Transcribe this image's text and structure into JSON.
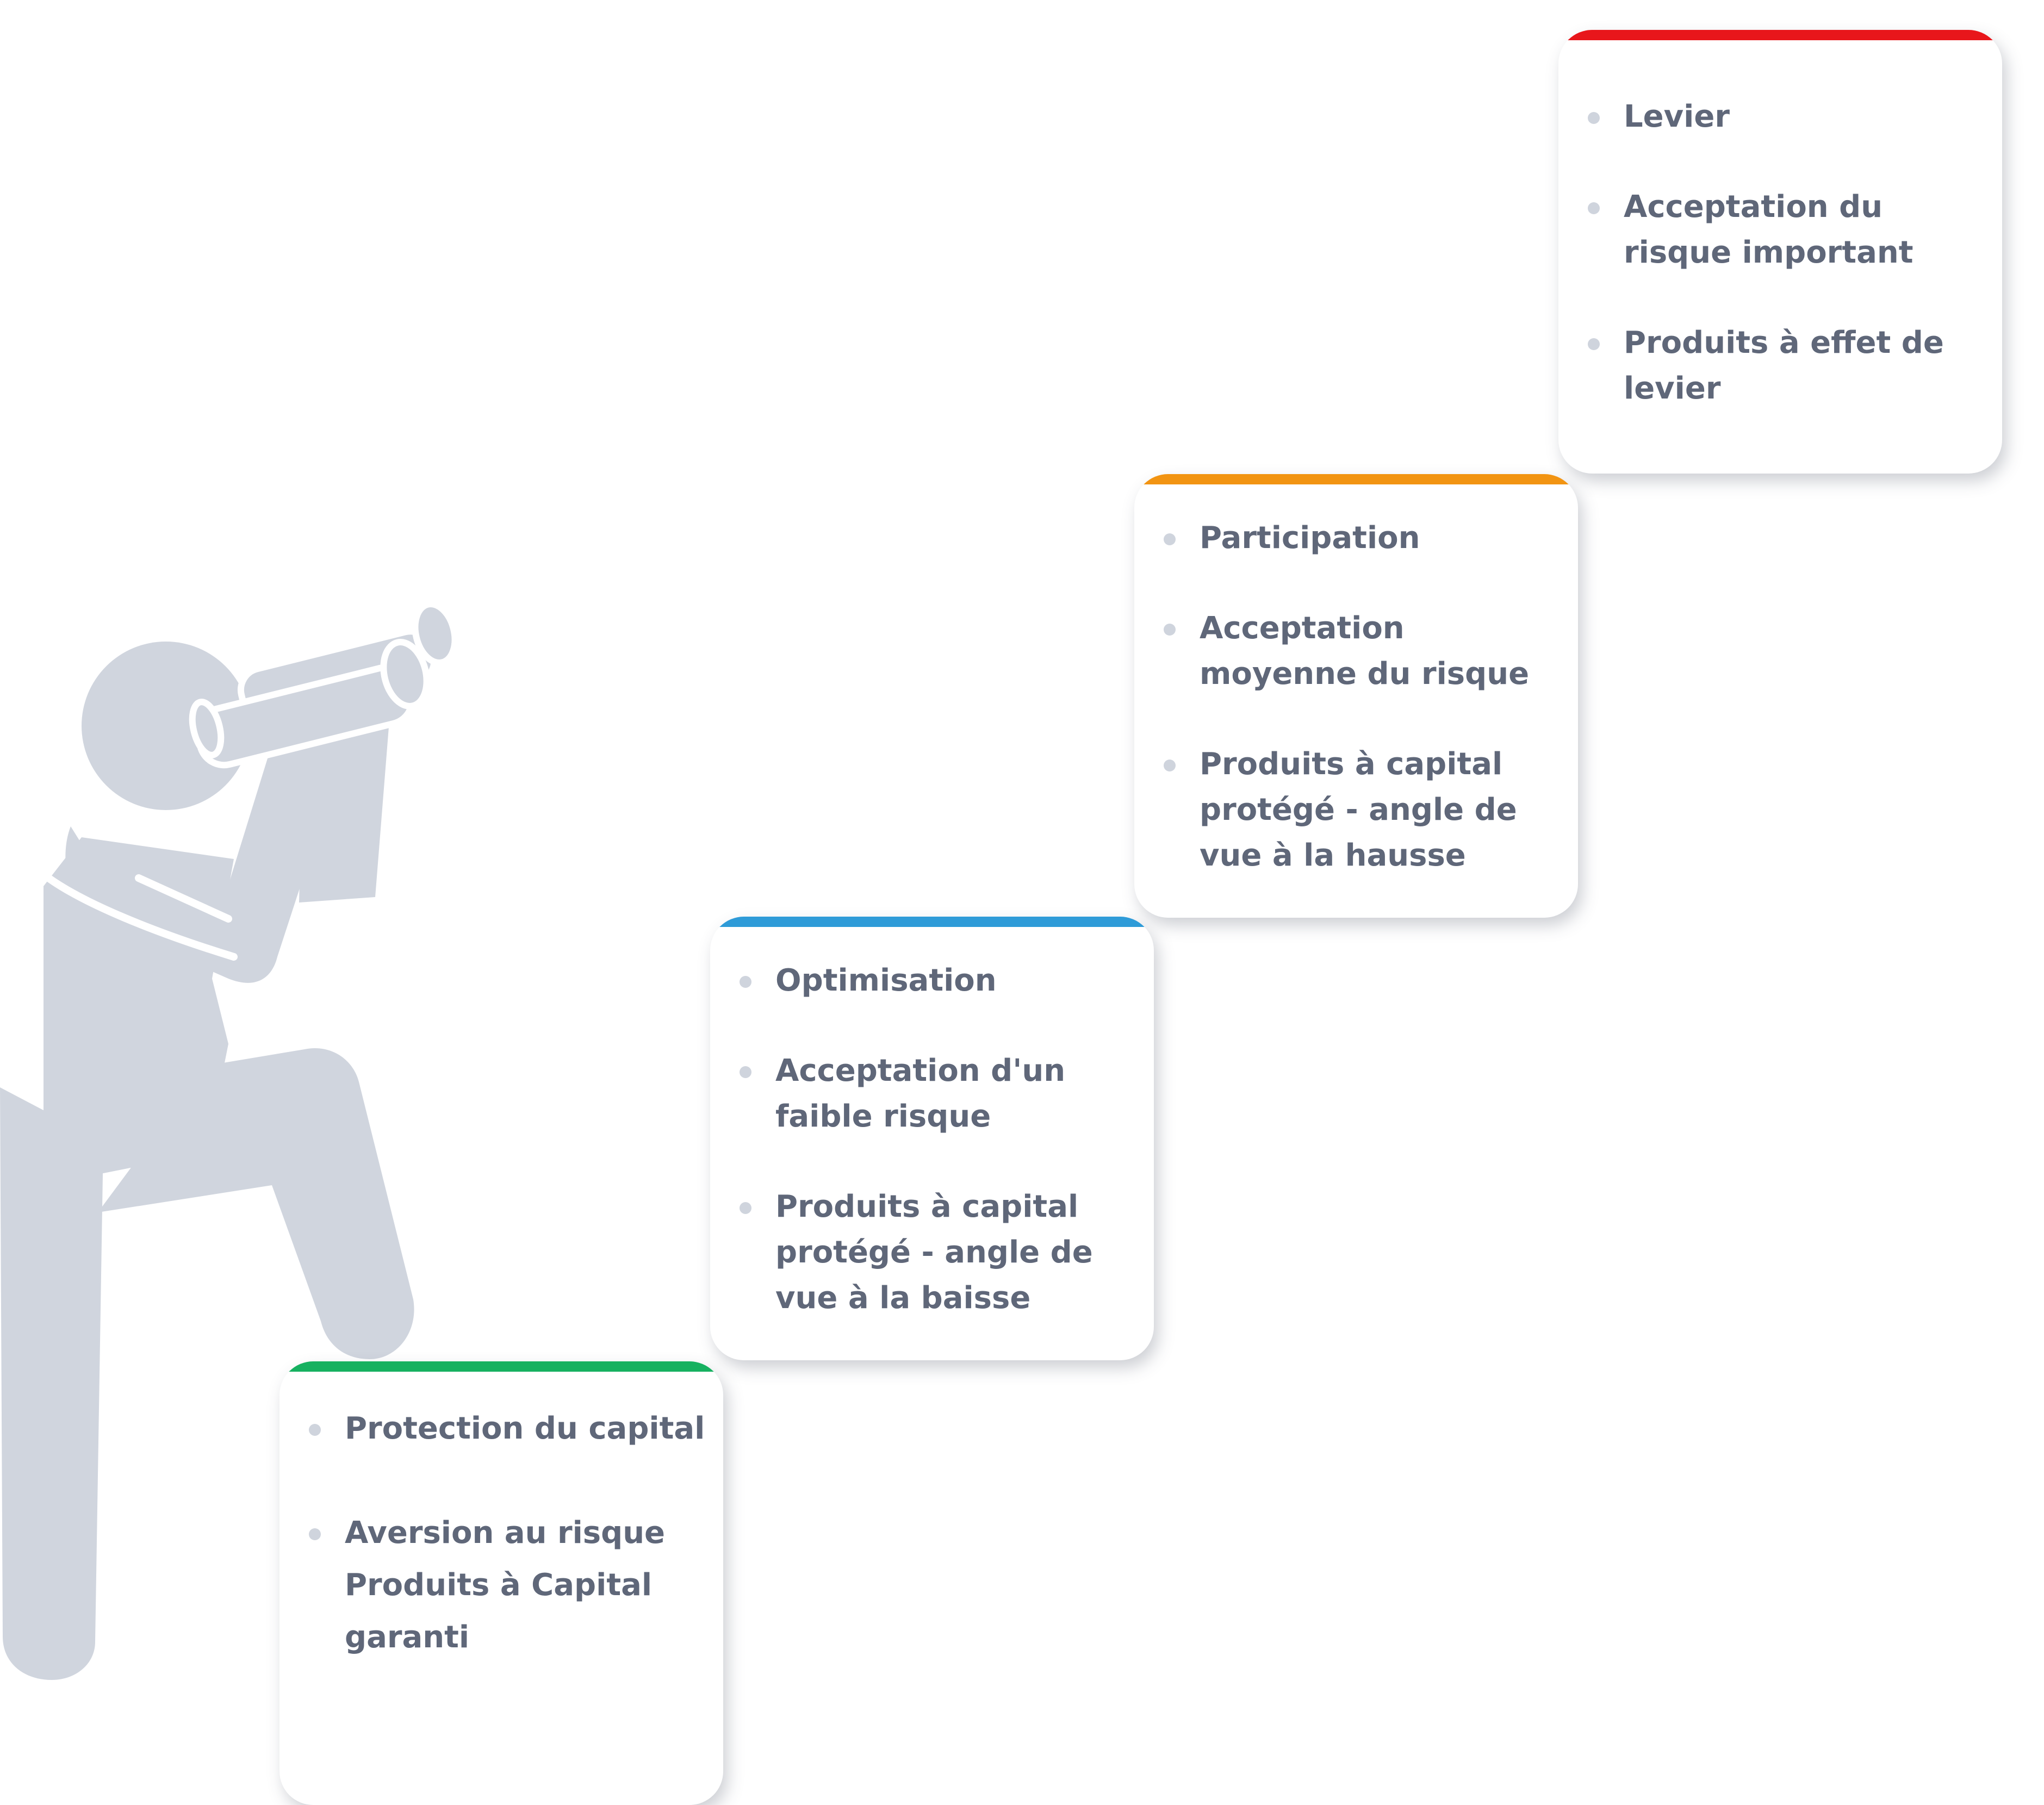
{
  "diagram": {
    "steps": [
      {
        "id": "step-red",
        "accent_color": "#e8161b",
        "items": [
          "Levier",
          "Acceptation du risque important",
          "Produits à effet de levier"
        ]
      },
      {
        "id": "step-orange",
        "accent_color": "#f29412",
        "items": [
          "Participation",
          "Acceptation moyenne du risque",
          "Produits à capital protégé - angle de vue à la hausse"
        ]
      },
      {
        "id": "step-blue",
        "accent_color": "#2e9bd8",
        "items": [
          "Optimisation",
          "Acceptation d'un faible risque",
          "Produits à capital protégé - angle de vue à la baisse"
        ]
      },
      {
        "id": "step-green",
        "accent_color": "#16b160",
        "items": [
          "Protection du capital",
          "Aversion au risque Produits à Capital garanti"
        ]
      }
    ],
    "colors": {
      "figure": "#d0d5de",
      "text": "#5f6779",
      "bullet": "#cfd4dd"
    },
    "icons": {
      "figure": "person-with-binoculars-icon"
    }
  }
}
